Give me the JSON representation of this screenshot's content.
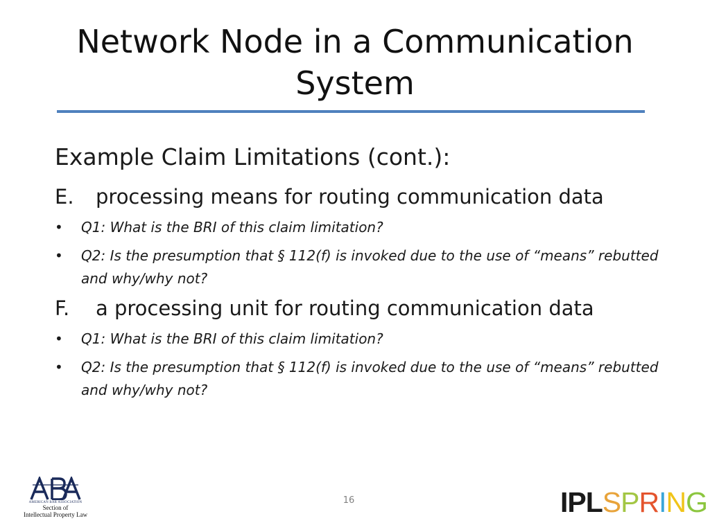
{
  "slide": {
    "title": "Network Node in a Communication System",
    "subheading": "Example Claim Limitations (cont.):",
    "claims": [
      {
        "letter": "E.",
        "text": "processing means for routing communication data",
        "bullets": [
          "Q1: What is the BRI of this claim limitation?",
          "Q2: Is the presumption that § 112(f) is invoked due to the use of “means” rebutted and why/why not?"
        ]
      },
      {
        "letter": "F.",
        "text": "a processing unit for routing communication data",
        "bullets": [
          "Q1: What is the BRI of this claim limitation?",
          "Q2: Is the presumption that § 112(f) is invoked due to the use of “means” rebutted and why/why not?"
        ]
      }
    ],
    "bullet_glyph": "•",
    "page_number": "16",
    "rule_color": "#4f81bd"
  },
  "footer": {
    "aba_logo": {
      "mark": "ABA",
      "association": "AMERICAN BAR ASSOCIATION",
      "section": "Section of",
      "section_name": "Intellectual Property Law"
    },
    "ipl_logo": {
      "prefix": "IPL",
      "letters": [
        {
          "char": "S",
          "color": "#e8a33a"
        },
        {
          "char": "P",
          "color": "#a3c644"
        },
        {
          "char": "R",
          "color": "#e4542d"
        },
        {
          "char": "I",
          "color": "#3aa6d8"
        },
        {
          "char": "N",
          "color": "#f0c419"
        },
        {
          "char": "G",
          "color": "#8cc63f"
        }
      ]
    }
  }
}
